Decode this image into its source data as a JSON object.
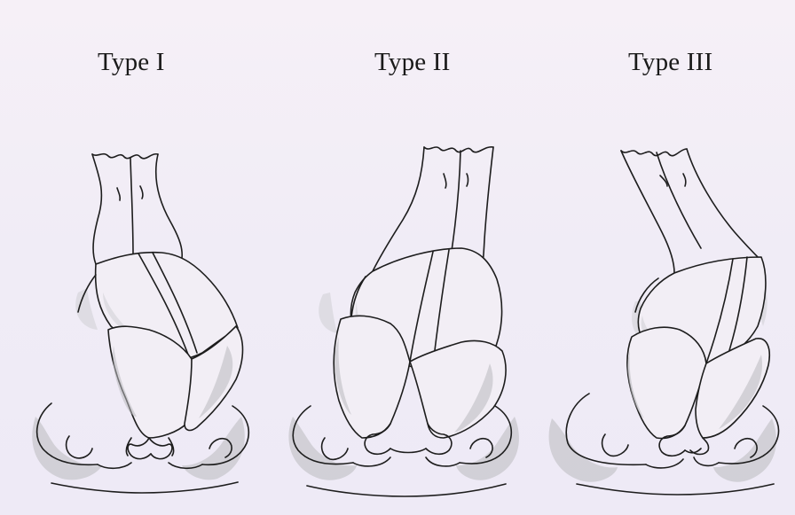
{
  "types": [
    {
      "label": "Type I"
    },
    {
      "label": "Type II"
    },
    {
      "label": "Type III"
    }
  ]
}
